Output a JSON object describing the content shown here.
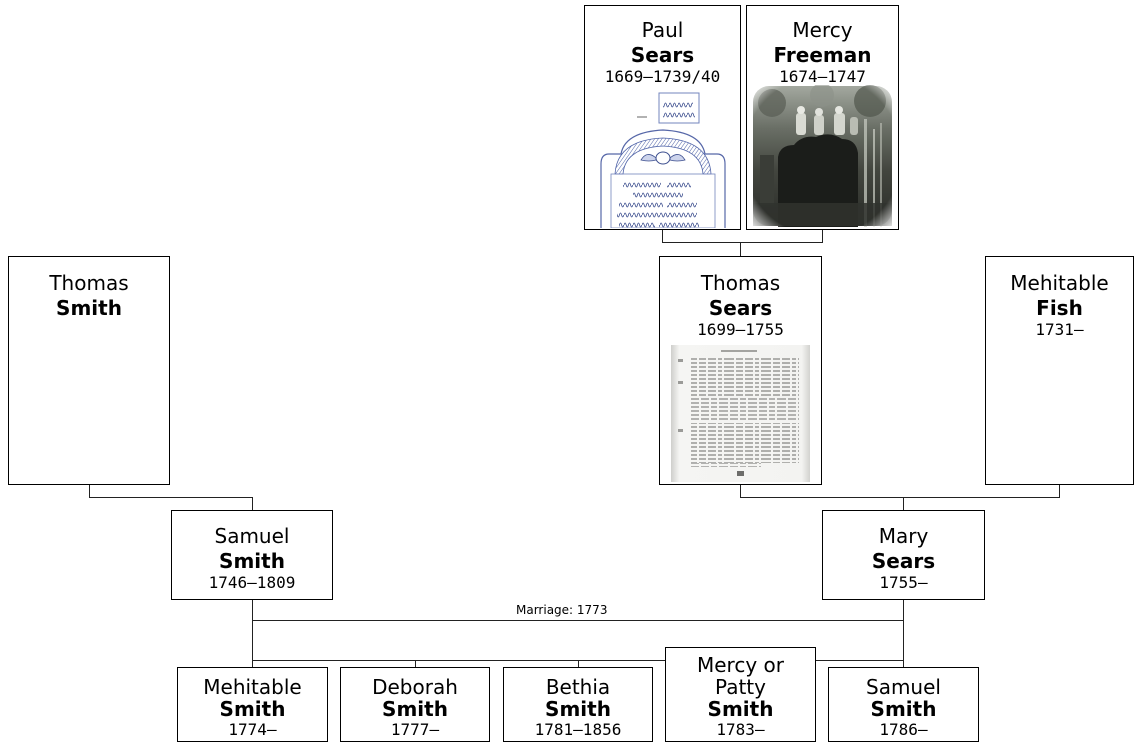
{
  "people": {
    "paul_sears": {
      "given": "Paul",
      "surname": "Sears",
      "dates": "1669–1739/40"
    },
    "mercy_freeman": {
      "given": "Mercy",
      "surname": "Freeman",
      "dates": "1674–1747"
    },
    "thomas_smith": {
      "given": "Thomas",
      "surname": "Smith"
    },
    "thomas_sears": {
      "given": "Thomas",
      "surname": "Sears",
      "dates": "1699–1755"
    },
    "mehitable_fish": {
      "given": "Mehitable",
      "surname": "Fish",
      "dates": "1731–"
    },
    "samuel_smith": {
      "given": "Samuel",
      "surname": "Smith",
      "dates": "1746–1809"
    },
    "mary_sears": {
      "given": "Mary",
      "surname": "Sears",
      "dates": "1755–"
    }
  },
  "marriage": {
    "label": "Marriage: 1773"
  },
  "children": [
    {
      "given": "Mehitable",
      "surname": "Smith",
      "dates": "1774–"
    },
    {
      "given": "Deborah",
      "surname": "Smith",
      "dates": "1777–"
    },
    {
      "given": "Bethia",
      "surname": "Smith",
      "dates": "1781–1856"
    },
    {
      "given": "Mercy or Patty",
      "surname": "Smith",
      "dates": "1783–"
    },
    {
      "given": "Samuel",
      "surname": "Smith",
      "dates": "1786–"
    }
  ],
  "colors": {
    "border": "#000000",
    "line": "#222222",
    "text": "#000000",
    "background": "#ffffff"
  }
}
